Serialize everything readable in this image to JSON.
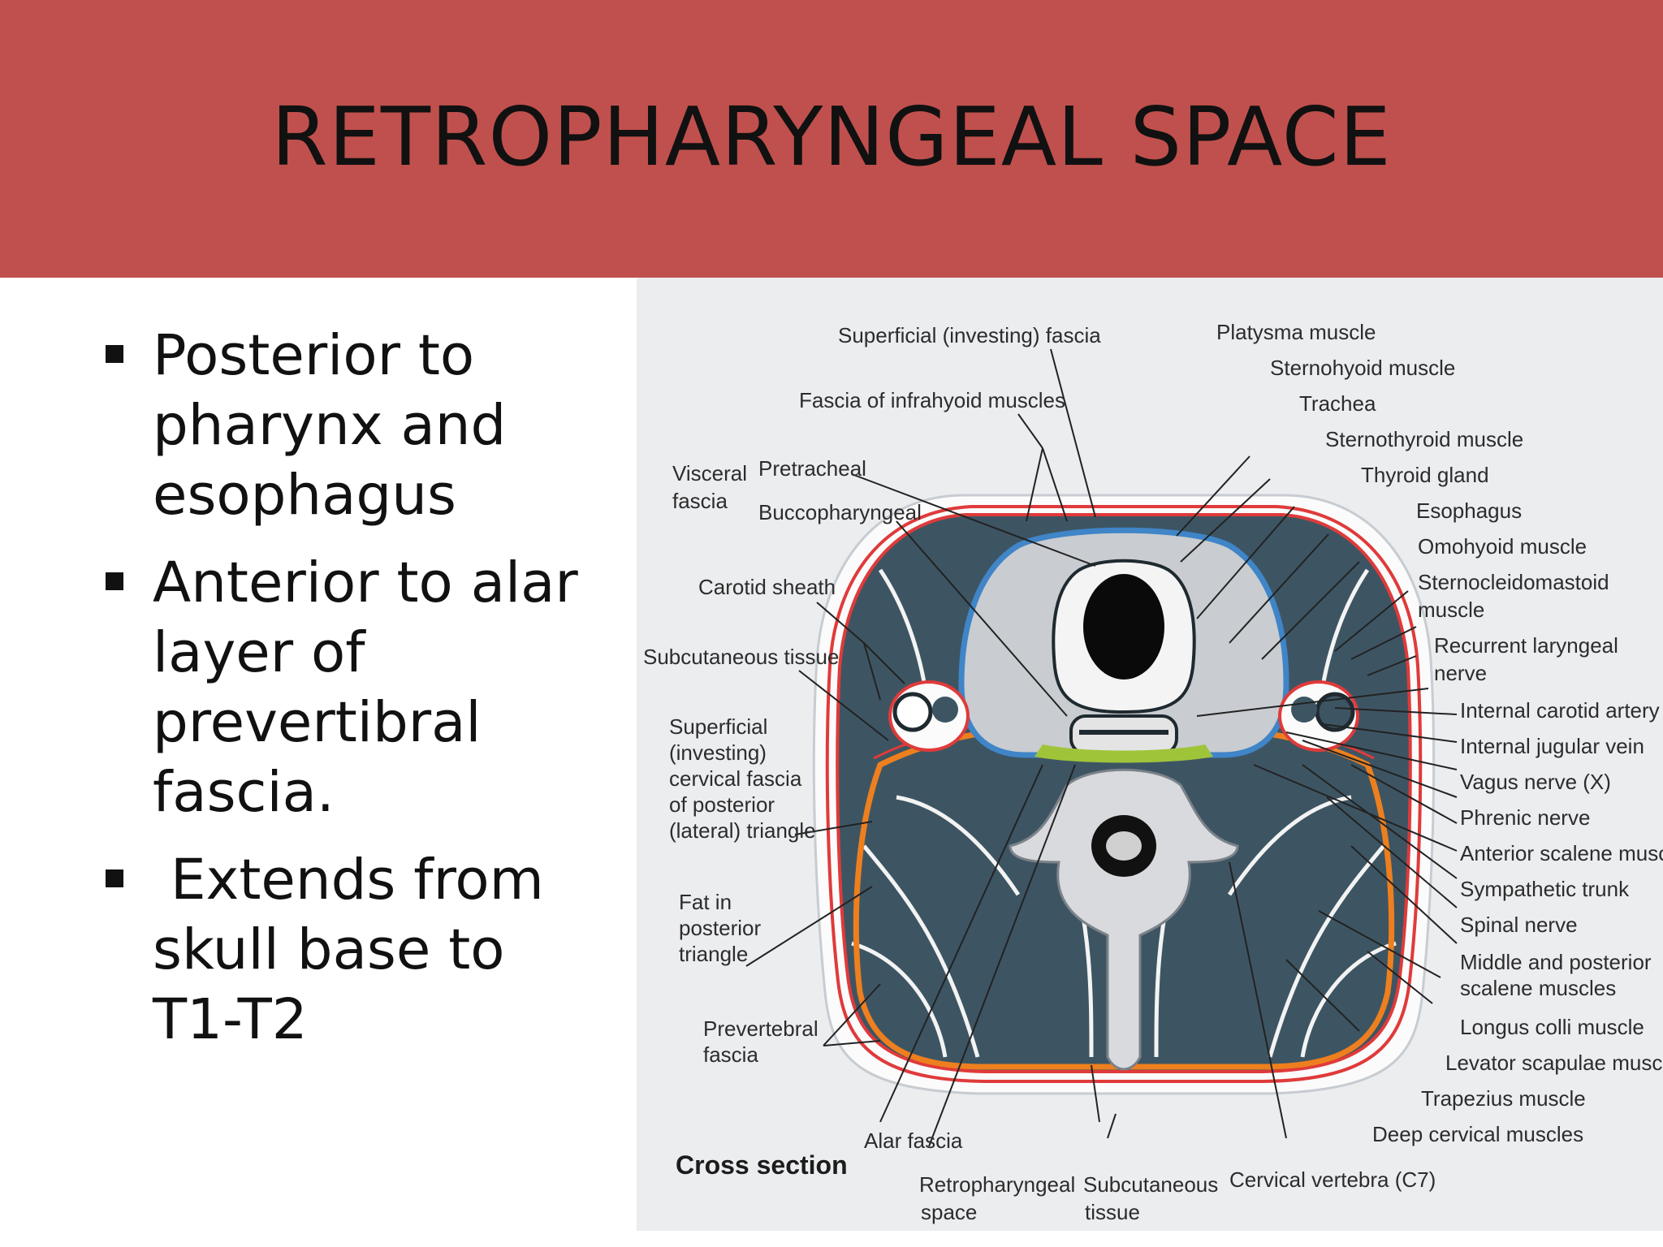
{
  "slide": {
    "title": "RETROPHARYNGEAL SPACE",
    "bullets": [
      "Posterior to pharynx and esophagus",
      "Anterior to alar layer of prevertibral fascia.",
      " Extends from skull base to T1-T2"
    ]
  },
  "figure": {
    "caption": "Cross section",
    "colors": {
      "title_bar": "#c0504d",
      "muscle": "#3d5563",
      "fascia_red": "#e03a3a",
      "fascia_blue": "#3f85c8",
      "fascia_orange": "#ee7f1e",
      "fascia_green": "#9fc43a"
    },
    "labels": {
      "superficial_investing_fascia": "Superficial (investing) fascia",
      "fascia_infrahyoid": "Fascia of infrahyoid muscles",
      "visceral_fascia_1": "Visceral",
      "visceral_fascia_2": "fascia",
      "pretracheal": "Pretracheal",
      "buccopharyngeal": "Buccopharyngeal",
      "carotid_sheath": "Carotid sheath",
      "subcutaneous_tissue": "Subcutaneous tissue",
      "superficial_cervical_1": "Superficial",
      "superficial_cervical_2": "(investing)",
      "superficial_cervical_3": "cervical fascia",
      "superficial_cervical_4": "of posterior",
      "superficial_cervical_5": "(lateral) triangle",
      "fat_1": "Fat in",
      "fat_2": "posterior",
      "fat_3": "triangle",
      "prevertebral_1": "Prevertebral",
      "prevertebral_2": "fascia",
      "alar_fascia": "Alar fascia",
      "retropharyngeal_1": "Retropharyngeal",
      "retropharyngeal_2": "space",
      "subcutaneous_bottom_1": "Subcutaneous",
      "subcutaneous_bottom_2": "tissue",
      "cervical_vertebra": "Cervical vertebra (C7)",
      "platysma": "Platysma muscle",
      "sternohyoid": "Sternohyoid muscle",
      "trachea": "Trachea",
      "sternothyroid": "Sternothyroid muscle",
      "thyroid_gland": "Thyroid gland",
      "esophagus": "Esophagus",
      "omohyoid": "Omohyoid muscle",
      "scm_1": "Sternocleidomastoid",
      "scm_2": "muscle",
      "recurrent_1": "Recurrent laryngeal",
      "recurrent_2": "nerve",
      "internal_carotid": "Internal carotid artery",
      "internal_jugular": "Internal jugular vein",
      "vagus": "Vagus nerve (X)",
      "phrenic": "Phrenic nerve",
      "anterior_scalene": "Anterior scalene muscle",
      "sympathetic": "Sympathetic trunk",
      "spinal_nerve": "Spinal nerve",
      "middle_posterior_1": "Middle and posterior",
      "middle_posterior_2": "scalene muscles",
      "longus_colli": "Longus colli muscle",
      "levator_scapulae": "Levator scapulae muscle",
      "trapezius": "Trapezius muscle",
      "deep_cervical": "Deep cervical muscles"
    }
  }
}
